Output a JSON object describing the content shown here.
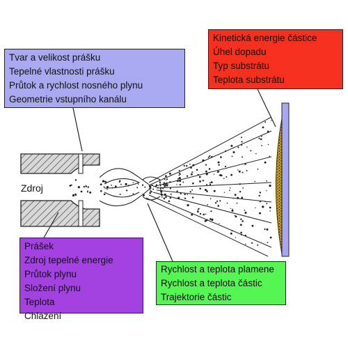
{
  "colors": {
    "params_box": "#a9a9f2",
    "substrate_box": "#f5301f",
    "source_box": "#a342e0",
    "flight_box": "#55f553",
    "substrate_plate": "#a8a8f0",
    "coating": "#c8a020"
  },
  "boxes": {
    "powder_params": {
      "lines": [
        "Tvar a velikost prášku",
        "Tepelné vlastnosti prášku",
        "Průtok a rychlost nosného plynu",
        "Geometrie vstupního kanálu"
      ]
    },
    "impact_params": {
      "lines": [
        "Kinetická energie částice",
        "Úhel dopadu",
        "Typ substrátu",
        "Teplota substrátu"
      ]
    },
    "source_params": {
      "lines": [
        "Prášek",
        "Zdroj tepelné energie",
        "Průtok plynu",
        "Složení plynu",
        "Teplota",
        "Chlazení"
      ]
    },
    "flight_params": {
      "lines": [
        "Rychlost a teplota plamene",
        "Rychlost a teplota částic",
        "Trajektorie částic"
      ]
    }
  },
  "source_label": "Zdroj"
}
